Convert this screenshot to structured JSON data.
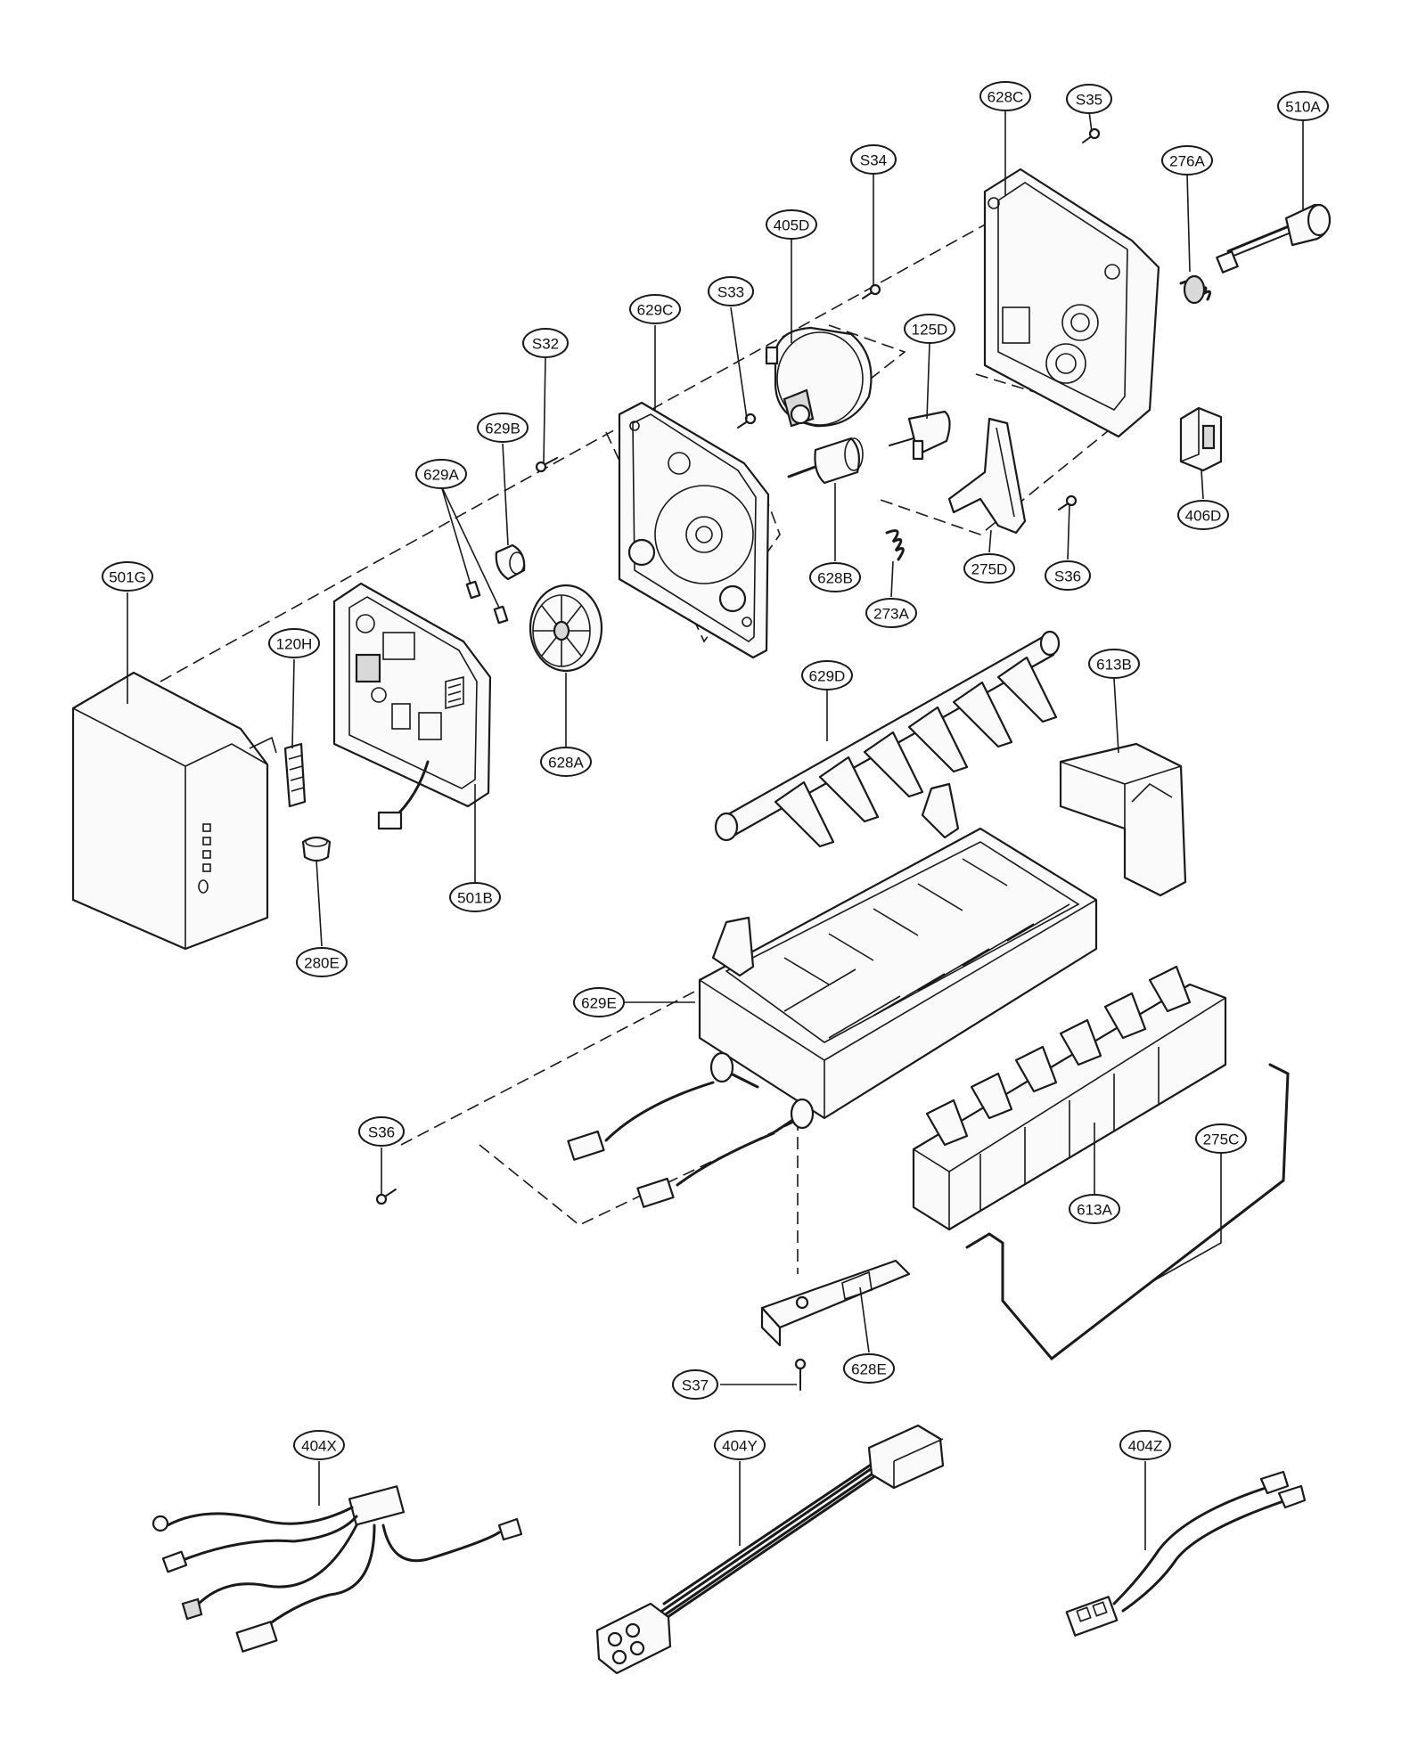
{
  "callouts": {
    "c628C": "628C",
    "cS35": "S35",
    "c510A": "510A",
    "cS34": "S34",
    "c276A": "276A",
    "c405D": "405D",
    "cS33": "S33",
    "c629C": "629C",
    "cS32": "S32",
    "c125D": "125D",
    "c629B": "629B",
    "c629A": "629A",
    "c406D": "406D",
    "c628B": "628B",
    "c275D": "275D",
    "cS36a": "S36",
    "c273A": "273A",
    "c501G": "501G",
    "c120H": "120H",
    "c629D": "629D",
    "c613B": "613B",
    "c628A": "628A",
    "c501B": "501B",
    "c280E": "280E",
    "c629E": "629E",
    "cS36b": "S36",
    "c613A": "613A",
    "c275C": "275C",
    "cS37": "S37",
    "c628E": "628E",
    "c404X": "404X",
    "c404Y": "404Y",
    "c404Z": "404Z"
  }
}
